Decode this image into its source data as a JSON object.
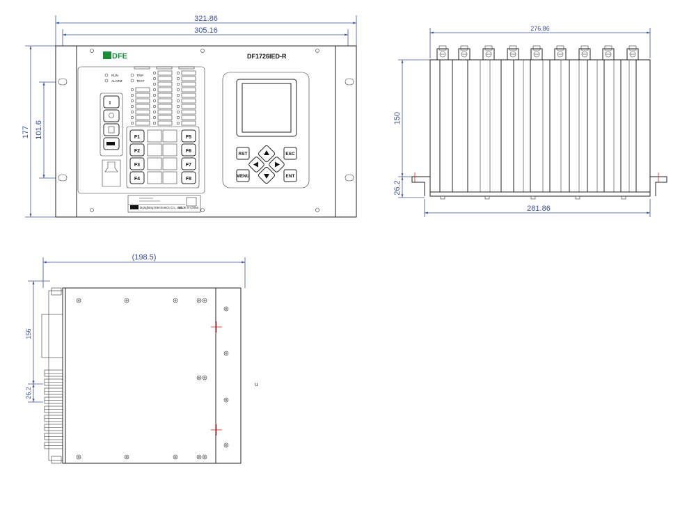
{
  "front_view": {
    "dims": {
      "overall_width": "321.86",
      "mount_width": "305.16",
      "height": "177",
      "mount_height": "101.6"
    },
    "brand": "DFE",
    "model": "DF1726IED-R",
    "leds": [
      "RUN",
      "ALARM",
      "TRIP",
      "TEST"
    ],
    "func_keys_left": [
      "F1",
      "F2",
      "F3",
      "F4"
    ],
    "func_keys_right": [
      "F5",
      "F6",
      "F7",
      "F8"
    ],
    "keypad": [
      "RST",
      "ESC",
      "MENU",
      "ENT"
    ],
    "nameplate_maker": "Dongfang Electronics Co., Ltd.",
    "nameplate_origin": "Made in China"
  },
  "top_view": {
    "dims": {
      "depth": "276.86",
      "depth_total": "281.86",
      "height": "150",
      "flange": "26.2"
    }
  },
  "side_view": {
    "dims": {
      "width": "(198.5)",
      "height": "156",
      "flange": "26.2"
    },
    "mark": "u"
  }
}
